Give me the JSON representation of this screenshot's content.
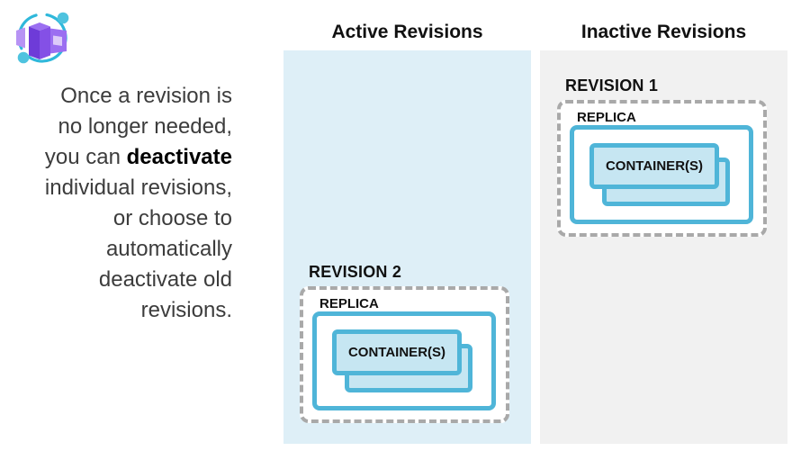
{
  "colors": {
    "active_panel_bg": "#DEEFF7",
    "inactive_panel_bg": "#F1F1F1",
    "box_border_blue": "#4FB5D8",
    "container_fill": "#C6E6F2",
    "dashed_border": "#A9A9A9",
    "text_dark": "#3C3C3C",
    "heading_black": "#111111",
    "icon_teal": "#2FB8DB",
    "icon_teal_light": "#4EC3DF",
    "icon_purple_dark": "#6E3BD8",
    "icon_purple_deep": "#8450E6",
    "icon_purple_mid": "#9B6FF1",
    "icon_purple_light": "#B793F4",
    "icon_purple_pale": "#DCCBF9"
  },
  "icons": {
    "logo": "container-apps-icon"
  },
  "intro": {
    "line1": "Once a revision is",
    "line2": "no longer needed,",
    "line3_pre": "you can ",
    "line3_bold": "deactivate",
    "line4": "individual revisions,",
    "line5": "or choose to",
    "line6": "automatically",
    "line7": "deactivate old",
    "line8": "revisions."
  },
  "columns": {
    "active": {
      "title": "Active Revisions",
      "revision": {
        "label": "REVISION 2",
        "replica_label": "REPLICA",
        "container_label": "CONTAINER(S)"
      }
    },
    "inactive": {
      "title": "Inactive Revisions",
      "revision": {
        "label": "REVISION 1",
        "replica_label": "REPLICA",
        "container_label": "CONTAINER(S)"
      }
    }
  }
}
